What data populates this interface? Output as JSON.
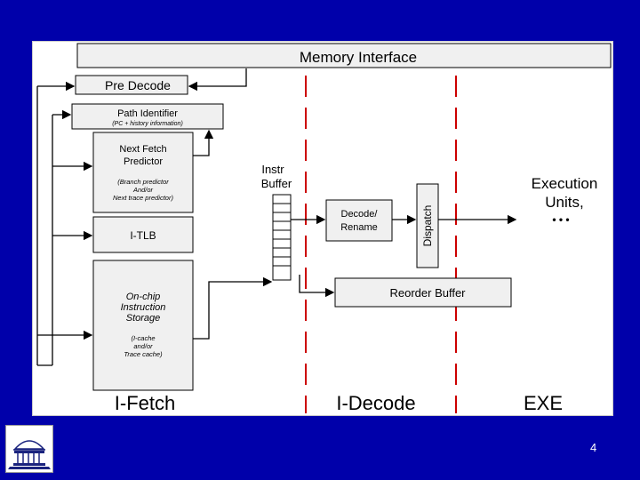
{
  "colors": {
    "background": "#0000aa",
    "panel": "#ffffff",
    "stage_divider": "#cc0000",
    "box_fill": "#f0f0f0",
    "line": "#000000"
  },
  "diagram": {
    "memory_interface": "Memory Interface",
    "pre_decode": "Pre Decode",
    "path_identifier": "Path Identifier",
    "path_identifier_note": "(PC + history information)",
    "next_fetch_predictor": [
      "Next Fetch",
      "Predictor"
    ],
    "next_fetch_predictor_note": [
      "(Branch predictor",
      "And/or",
      "Next trace predictor)"
    ],
    "itlb": "I-TLB",
    "instruction_storage": [
      "On-chip",
      "Instruction",
      "Storage"
    ],
    "instruction_storage_note": [
      "(I-cache",
      "and/or",
      "Trace cache)"
    ],
    "instr_buffer": [
      "Instr",
      "Buffer"
    ],
    "decode_rename": [
      "Decode/",
      "Rename"
    ],
    "dispatch": "Dispatch",
    "reorder_buffer": "Reorder Buffer",
    "execution_units": [
      "Execution",
      "Units,"
    ],
    "ellipsis": "• • •"
  },
  "stages": [
    "I-Fetch",
    "I-Decode",
    "EXE"
  ],
  "logo_icon": "university-rotunda-logo",
  "page_number": "4"
}
